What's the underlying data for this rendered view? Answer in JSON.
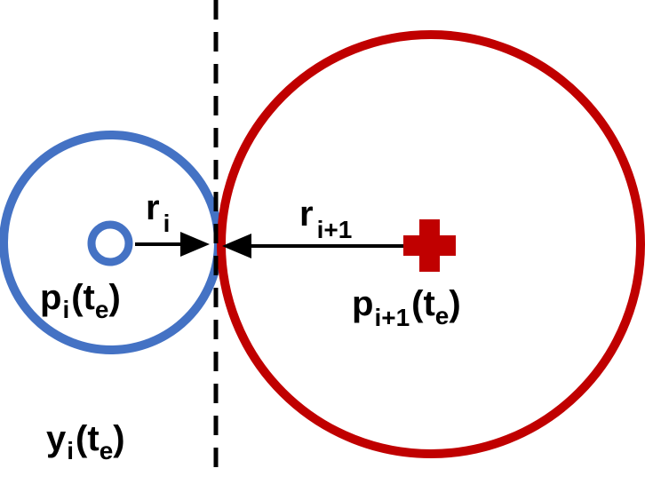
{
  "colors": {
    "circle_i": "#4472C4",
    "circle_i_plus_1": "#C00000",
    "center_i_fill": "#ffffff",
    "arrow": "#000000",
    "boundary_line": "#000000",
    "background": "#ffffff"
  },
  "icons": {
    "center_i": "ring-marker",
    "center_i_plus_1": "plus-marker"
  },
  "labels": {
    "r_i": {
      "base": "r",
      "sub": "i"
    },
    "r_i_plus_1": {
      "base": "r",
      "sub": "i+1"
    },
    "p_i": {
      "base": "p",
      "sub": "i",
      "open": "(",
      "var": "t",
      "var_sub": "e",
      "close": ")"
    },
    "p_i_plus_1": {
      "base": "p",
      "sub": "i+1",
      "open": "(",
      "var": "t",
      "var_sub": "e",
      "close": ")"
    },
    "y_i": {
      "base": "y",
      "sub": "i",
      "open": "(",
      "var": "t",
      "var_sub": "e",
      "close": ")"
    }
  }
}
